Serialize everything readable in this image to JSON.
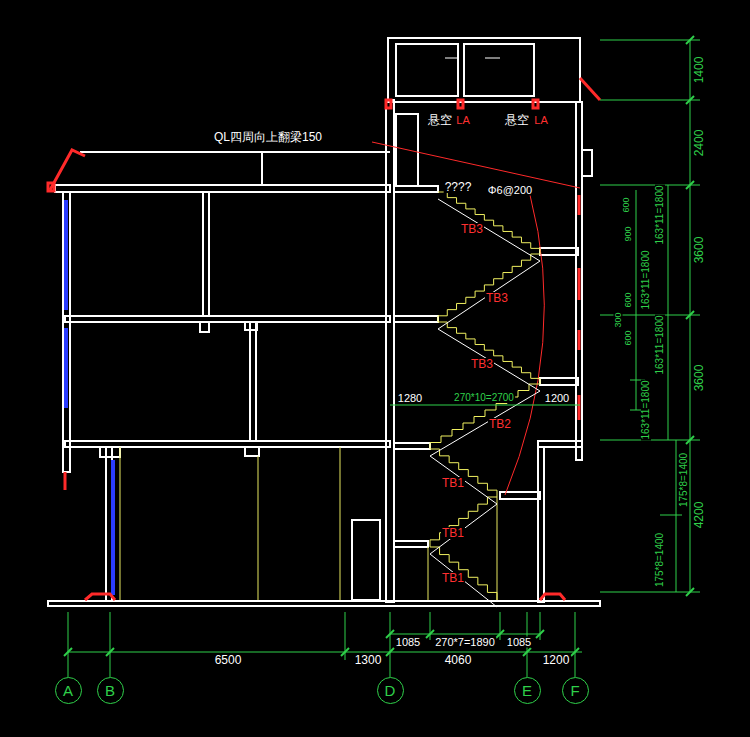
{
  "diagram": {
    "nodes": [
      {
        "text": [
          "A"
        ]
      },
      {
        "text": [
          "B"
        ]
      },
      {
        "text": [
          "D"
        ]
      },
      {
        "text": [
          "E"
        ]
      },
      {
        "text": [
          "F"
        ]
      }
    ],
    "labels": [
      "QL四周向上翻梁150",
      "悬空",
      "LA",
      "悬空",
      "LA",
      "????",
      "Φ6@200",
      "TB3",
      "TB3",
      "TB3",
      "TB2",
      "TB1",
      "TB1",
      "TB1",
      "1280",
      "270*10=2700",
      "1200",
      "1085",
      "270*7=1890",
      "1085",
      "6500",
      "1300",
      "4060",
      "1200",
      "1400",
      "2400",
      "3600",
      "3600",
      "4200",
      "163*11=1800",
      "163*11=1800",
      "163*11=1800",
      "163*11=1800",
      "175*8=1400",
      "175*8=1400",
      "600",
      "900",
      "600",
      "300",
      "600"
    ]
  }
}
